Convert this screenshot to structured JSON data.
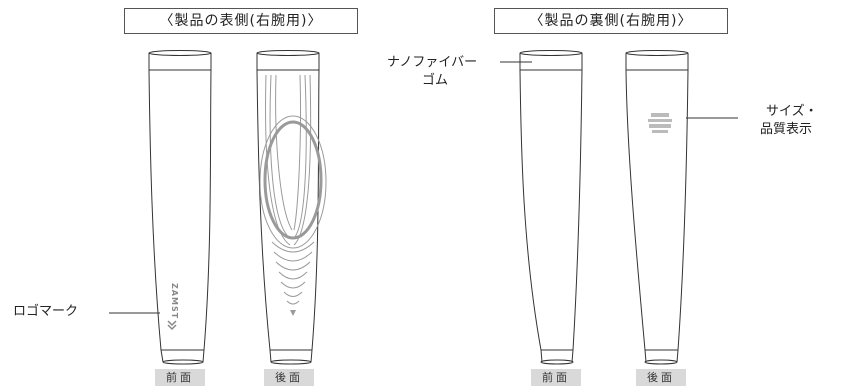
{
  "titles": {
    "front_side": "〈製品の表側(右腕用)〉",
    "back_side": "〈製品の裏側(右腕用)〉"
  },
  "callouts": {
    "logo_mark": "ロゴマーク",
    "nano_fiber_rubber": [
      "ナノファイバー",
      "ゴム"
    ],
    "size_quality_label": [
      "サイズ・",
      "品質表示"
    ]
  },
  "view_tags": [
    "前面",
    "後面",
    "前面",
    "後面"
  ],
  "logo_text": "ZAMST",
  "colors": {
    "outline": "#333333",
    "pattern": "#9a9a9a",
    "tag_bg": "#d9d9d9"
  }
}
